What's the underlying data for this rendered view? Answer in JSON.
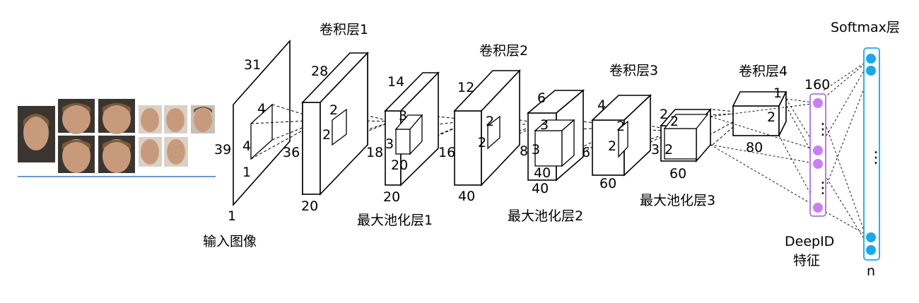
{
  "labels": {
    "input": "输入图像",
    "conv1": "卷积层1",
    "conv2": "卷积层2",
    "conv3": "卷积层3",
    "conv4": "卷积层4",
    "pool1": "最大池化层1",
    "pool2": "最大池化层2",
    "pool3": "最大池化层3",
    "softmax": "Softmax层",
    "deepid_line1": "DeepID",
    "deepid_line2": "特征",
    "n": "n"
  },
  "dims": {
    "input_h": "31",
    "input_w": "39",
    "input_d": "1",
    "kernel1_a": "4",
    "kernel1_b": "4",
    "kernel1_c": "1",
    "conv1_h": "28",
    "conv1_w": "36",
    "conv1_d": "20",
    "conv1_k_a": "2",
    "conv1_k_b": "2",
    "pool1_h": "14",
    "pool1_w": "18",
    "pool1_d": "20",
    "pool1_k_a": "3",
    "pool1_k_b": "3",
    "pool1_k_c": "20",
    "conv2_h": "12",
    "conv2_w": "16",
    "conv2_d": "40",
    "conv2_k_a": "2",
    "conv2_k_b": "2",
    "pool2_h": "6",
    "pool2_w": "8",
    "pool2_d": "40",
    "pool2_k_a": "3",
    "pool2_k_b": "3",
    "pool2_k_c": "40",
    "conv3_h": "4",
    "conv3_w": "6",
    "conv3_d": "60",
    "conv3_k_a": "2",
    "conv3_k_b": "2",
    "pool3_h": "2",
    "pool3_w": "3",
    "pool3_d": "60",
    "pool3_k_a": "2",
    "pool3_k_b": "2",
    "conv4_h": "1",
    "conv4_w": "2",
    "conv4_d": "80",
    "deepid_size": "160"
  },
  "colors": {
    "deepid_node": "#c880f0",
    "deepid_border": "#b070e0",
    "softmax_node": "#1aa8e6",
    "softmax_border": "#1aa8e6",
    "baseline": "#4472c4"
  }
}
